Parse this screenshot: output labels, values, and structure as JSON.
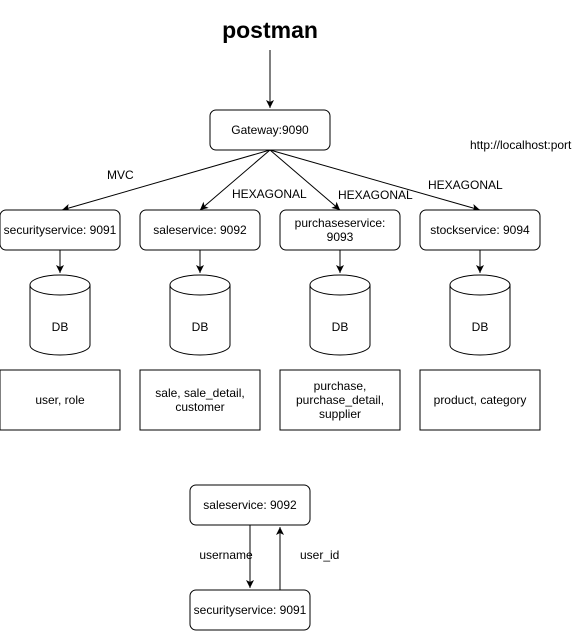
{
  "title": "postman",
  "gateway": "Gateway:9090",
  "url_note": "http://localhost:port",
  "edge_labels": {
    "security": "MVC",
    "sale": "HEXAGONAL",
    "purchase": "HEXAGONAL",
    "stock": "HEXAGONAL"
  },
  "services": [
    {
      "name": [
        "securityservice: 9091"
      ],
      "db": "DB",
      "tables": [
        "user, role"
      ]
    },
    {
      "name": [
        "saleservice: 9092"
      ],
      "db": "DB",
      "tables": [
        "sale, sale_detail,",
        "customer"
      ]
    },
    {
      "name": [
        "purchaseservice:",
        "9093"
      ],
      "db": "DB",
      "tables": [
        "purchase,",
        "purchase_detail,",
        "supplier"
      ]
    },
    {
      "name": [
        "stockservice: 9094"
      ],
      "db": "DB",
      "tables": [
        "product, category"
      ]
    }
  ],
  "bottom": {
    "top_box": "saleservice: 9092",
    "bottom_box": "securityservice: 9091",
    "down_label": "username",
    "up_label": "user_id"
  }
}
